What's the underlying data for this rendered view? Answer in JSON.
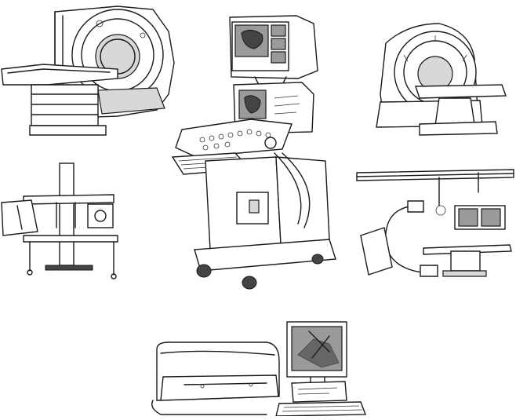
{
  "scene": {
    "background": "#ffffff",
    "ink_color": "#1a1a1a",
    "devices": [
      {
        "name": "mri-scanner"
      },
      {
        "name": "ultrasound-machine"
      },
      {
        "name": "ct-scanner"
      },
      {
        "name": "x-ray-unit"
      },
      {
        "name": "angiography-c-arm"
      },
      {
        "name": "film-printer-workstation"
      }
    ]
  }
}
